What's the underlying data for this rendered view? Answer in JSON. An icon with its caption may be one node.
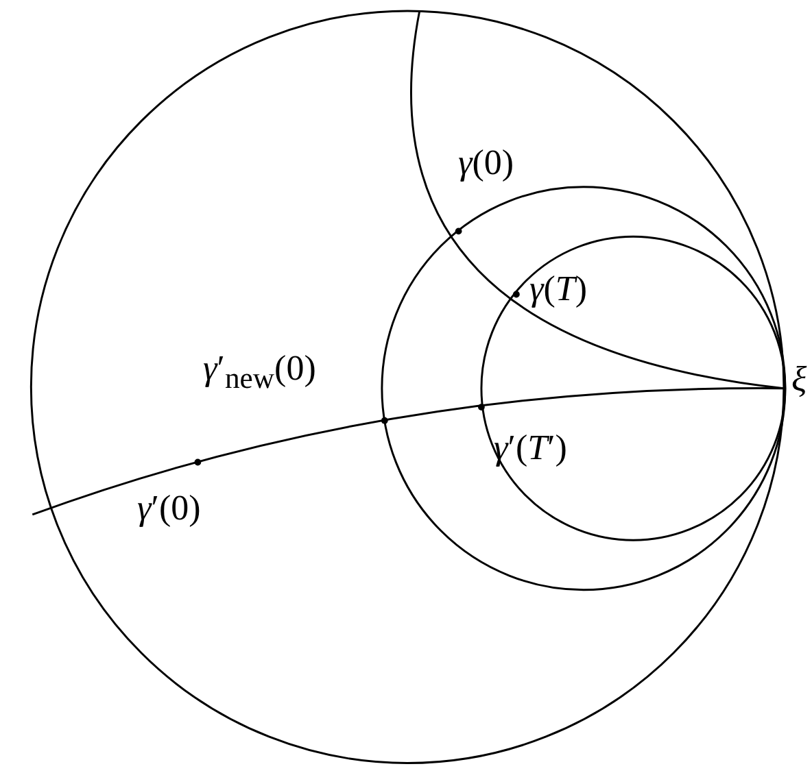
{
  "diagram": {
    "labels": [
      "*γ*(0)",
      "*γ*(*T*)",
      "*ξ*",
      "*γ*′$_{new}$(0)",
      "*γ*′(*T*′)",
      "*γ*′(0)"
    ]
  }
}
